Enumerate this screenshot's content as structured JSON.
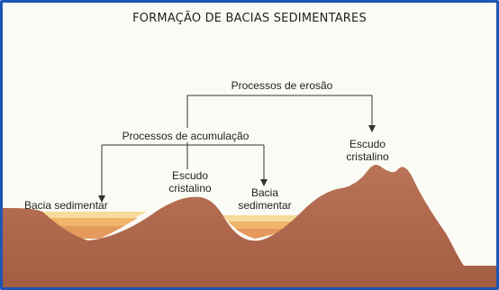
{
  "diagram": {
    "title": "FORMAÇÃO DE BACIAS SEDIMENTARES",
    "labels": {
      "erosion": "Processos de erosão",
      "accumulation": "Processos de acumulação",
      "shield_center_line1": "Escudo",
      "shield_center_line2": "cristalino",
      "shield_right_line1": "Escudo",
      "shield_right_line2": "cristalino",
      "basin_left": "Bacia sedimentar",
      "basin_center_line1": "Bacia",
      "basin_center_line2": "sedimentar"
    },
    "colors": {
      "frame": "#1e56b4",
      "terrain": "#b46a4e",
      "terrain_dark": "#9a5439",
      "sediment_light": "#f6dc9a",
      "sediment_mid": "#f1b46b",
      "sediment_dark": "#e49a5d",
      "water": "#a9d6e6"
    }
  }
}
